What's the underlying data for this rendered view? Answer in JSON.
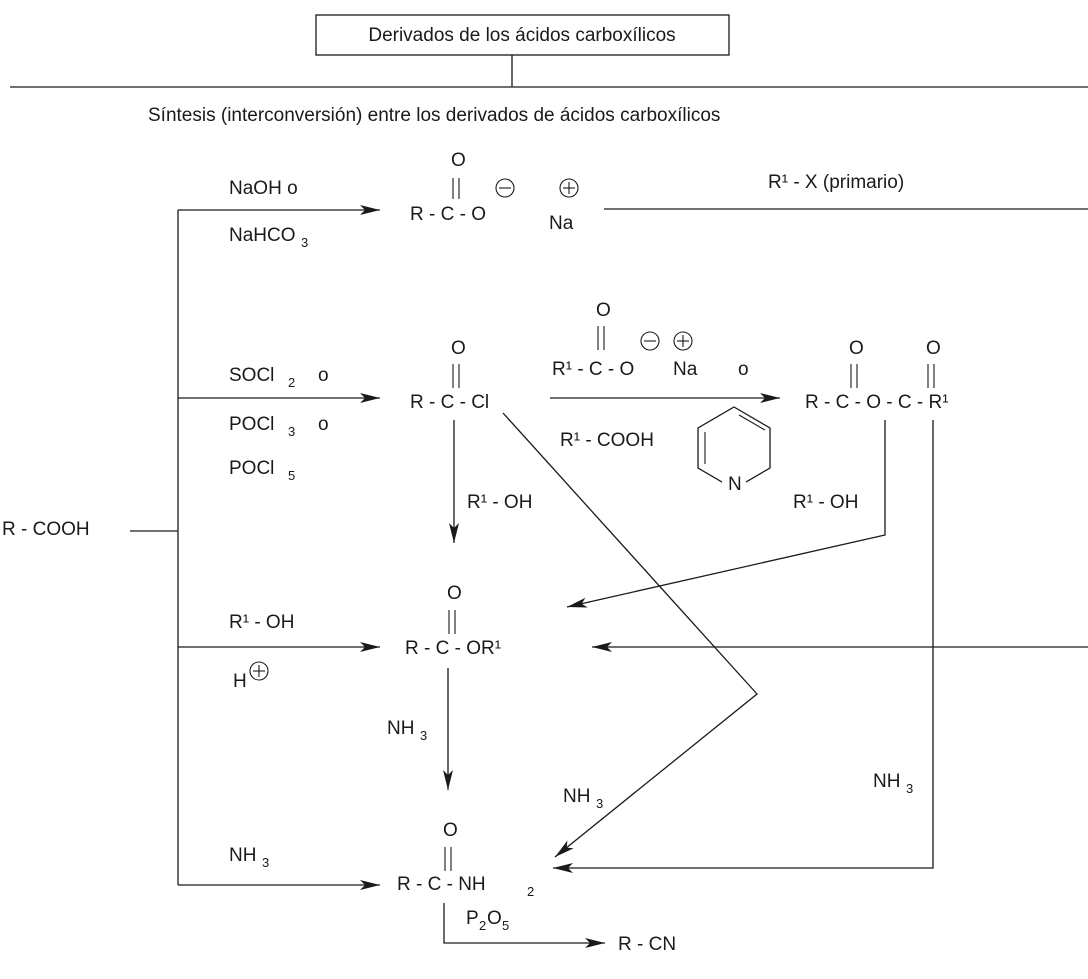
{
  "header": {
    "box_title": "Derivados de los ácidos carboxílicos",
    "subtitle": "Síntesis (interconversión) entre los derivados de ácidos carboxílicos"
  },
  "starting_material": "R - COOH",
  "compounds": {
    "carboxylate": {
      "main": "R - C - O",
      "counter": "Na",
      "top": "O"
    },
    "acyl_chloride": {
      "main": "R - C - Cl",
      "top": "O"
    },
    "anhydride": {
      "main": "R - C - O - C - R¹",
      "top": "O"
    },
    "ester": {
      "main": "R - C - OR¹",
      "top": "O"
    },
    "amide": {
      "main": "R - C - NH",
      "sub": "2",
      "top": "O"
    },
    "nitrile": "R - CN"
  },
  "reagents": {
    "naoh": "NaOH o",
    "nahco3": "NaHCO",
    "nahco3_sub": "3",
    "socl2": "SOCl",
    "socl2_sub": "2",
    "socl2_o": "o",
    "pocl3": "POCl",
    "pocl3_sub": "3",
    "pocl3_o": "o",
    "pocl5": "POCl",
    "pocl5_sub": "5",
    "r1x": "R¹ - X (primario)",
    "r1_carboxylate": "R¹ - C - O",
    "r1_carboxylate_na": "Na",
    "r1_carboxylate_o": "o",
    "r1_carboxylate_top": "O",
    "r1_cooh": "R¹ - COOH",
    "pyridine_n": "N",
    "r1oh_acyl": "R¹ - OH",
    "r1oh_anhydride": "R¹ - OH",
    "r1oh_acid": "R¹ - OH",
    "h_plus": "H",
    "nh3_ester": "NH",
    "nh3_ester_sub": "3",
    "nh3_acyl": "NH",
    "nh3_acyl_sub": "3",
    "nh3_anhydride": "NH",
    "nh3_anhydride_sub": "3",
    "nh3_acid": "NH",
    "nh3_acid_sub": "3",
    "p2o5_p": "P",
    "p2o5_p_sub": "2",
    "p2o5_o": "O",
    "p2o5_o_sub": "5"
  }
}
